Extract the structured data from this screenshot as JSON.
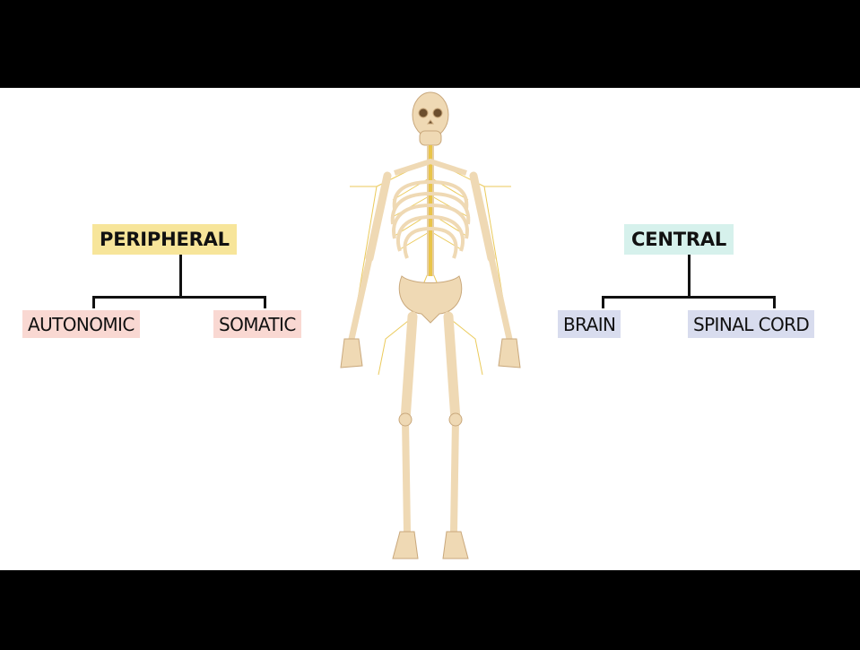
{
  "diagram": {
    "peripheral": {
      "title": "PERIPHERAL",
      "title_color": "#f7e59a",
      "children": [
        {
          "label": "AUTONOMIC",
          "color": "#f9d8d2"
        },
        {
          "label": "SOMATIC",
          "color": "#f9d8d2"
        }
      ]
    },
    "central": {
      "title": "CENTRAL",
      "title_color": "#d6f1ec",
      "children": [
        {
          "label": "BRAIN",
          "color": "#d8dcee"
        },
        {
          "label": "SPINAL CORD",
          "color": "#d8dcee"
        }
      ]
    },
    "figure": {
      "icon": "skeleton-with-nerves-illustration",
      "bone_color": "#efd9b4",
      "nerve_color": "#e9c54a"
    }
  }
}
